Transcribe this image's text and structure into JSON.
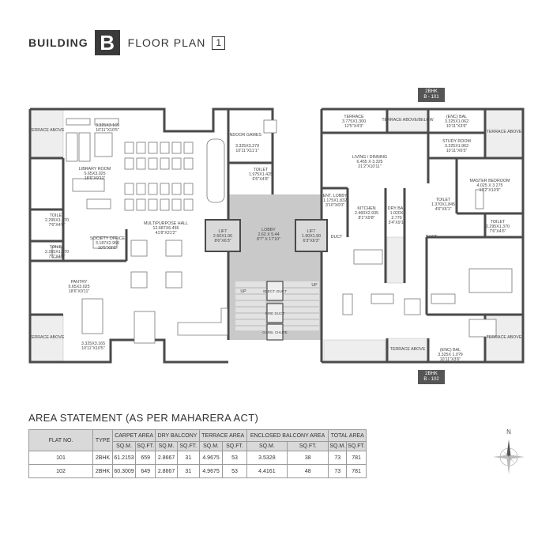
{
  "header": {
    "building_label": "BUILDING",
    "building_letter": "B",
    "floor_plan_label": "FLOOR PLAN",
    "floor_number": "1"
  },
  "unit_tags": {
    "top": {
      "type": "2BHK",
      "unit": "B - 101"
    },
    "bottom": {
      "type": "2BHK",
      "unit": "B - 102"
    }
  },
  "rooms": {
    "terrace_above_tl": {
      "name": "TERRACE ABOVE"
    },
    "upper_room_dim": {
      "dim": "3.325X3.165",
      "imp": "10'11\"X10'5\""
    },
    "library": {
      "name": "LIBRARY ROOM",
      "dim": "5.65X3.025",
      "imp": "18'6\"X9'11\""
    },
    "indoor_games": {
      "name": "INDOOR GAMES",
      "dim": "3.325X3.379",
      "imp": "10'11\"X11'1\""
    },
    "toilet_games": {
      "name": "TOILET",
      "dim": "1.975X1.425",
      "imp": "6'6\"X4'8\""
    },
    "toilet_l1": {
      "name": "TOILET",
      "dim": "2.295X1.370",
      "imp": "7'6\"X4'6\""
    },
    "toilet_l2": {
      "name": "TOILET",
      "dim": "2.265X1.370",
      "imp": "7'6\"X4'6\""
    },
    "multipurpose": {
      "name": "MULTIPURPOSE HALL",
      "dim": "12.687X6.455",
      "imp": "41'8\"X21'2\""
    },
    "society_office": {
      "name": "SOCIETY OFFICE",
      "dim": "3.187X2.950",
      "imp": "10'5\"X9'8\""
    },
    "pantry": {
      "name": "PANTRY",
      "dim": "5.65X3.025",
      "imp": "18'6\"X9'11\""
    },
    "terrace_above_bl": {
      "name": "TERRACE ABOVE"
    },
    "lower_room_dim": {
      "dim": "3.325X3.165",
      "imp": "10'11\"X10'5\""
    },
    "lift_1": {
      "name": "LIFT",
      "dim": "2.60X1.90",
      "imp": "8'6\"X6'3\""
    },
    "lobby": {
      "name": "LOBBY",
      "dim": "2.62 X 5.44",
      "imp": "8'7\" X 17'10\""
    },
    "lift_2": {
      "name": "LIFT",
      "dim": "1.90X1.90",
      "imp": "6'3\"X6'3\""
    },
    "elect_duct": {
      "name": "ELECT. DUCT"
    },
    "fire_duct": {
      "name": "FIRE DUCT"
    },
    "garb_chute": {
      "name": "GARB. CHUTE"
    },
    "up_1": {
      "name": "UP"
    },
    "up_2": {
      "name": "UP"
    },
    "terrace_top": {
      "name": "TERRACE",
      "dim": "3.775X1.300",
      "imp": "12'5\"X4'3\""
    },
    "terrace_above_below": {
      "name": "TERRACE ABOVE/BELOW"
    },
    "enc_bal_top": {
      "name": "(ENC) BAL",
      "dim": "3.325X1.062",
      "imp": "10'11\"X3'6\""
    },
    "terrace_above_tr": {
      "name": "TERRACE ABOVE"
    },
    "study": {
      "name": "STUDY ROOM",
      "dim": "3.325X1.962",
      "imp": "10'11\"X6'5\""
    },
    "living": {
      "name": "LIVING / DINNING",
      "dim": "6.455 X 3.325",
      "imp": "21'2\"X10'11\""
    },
    "master_bed": {
      "name": "MASTER BEDROOM",
      "dim": "4.025 X 3.275",
      "imp": "13'2\"X10'9\""
    },
    "ent_lobby": {
      "name": "ENT. LOBBY",
      "dim": "1.175X1.832",
      "imp": "3'10\"X6'0\""
    },
    "kitchen": {
      "name": "KITCHEN",
      "dim": "2.460X2.935",
      "imp": "8'1\"X9'8\""
    },
    "dry_bal": {
      "name": "DRY BAL",
      "dim": "1.020X",
      "imp": "2.770",
      "imp2": "3'4\"X9'1\""
    },
    "toilet_r1": {
      "name": "TOILET",
      "dim": "1.370X1.845",
      "imp": "4'6\"X6'1\""
    },
    "toilet_r2": {
      "name": "TOILET",
      "dim": "2.295X1.370",
      "imp": "7'6\"X4'6\""
    },
    "duct_1": {
      "name": "DUCT"
    },
    "duct_2": {
      "name": "DUCT"
    },
    "terrace_above_bm": {
      "name": "TERRACE ABOVE"
    },
    "enc_bal_bottom": {
      "name": "(ENC) BAL",
      "dim": "3.325X 1.0?9",
      "imp": "10'11\"X3'6\""
    },
    "terrace_above_br": {
      "name": "TERRACE ABOVE"
    }
  },
  "area_statement": {
    "title": "AREA STATEMENT (AS PER MAHARERA ACT)",
    "headers": {
      "flat_no": "FLAT NO.",
      "type": "TYPE",
      "carpet": "CARPET AREA",
      "dry_balcony": "DRY  BALCONY",
      "terrace": "TERRACE AREA",
      "enclosed": "ENCLOSED BALCONY AREA",
      "total": "TOTAL AREA",
      "sqm": "SQ.M.",
      "sqft": "SQ.FT."
    },
    "rows": [
      {
        "flat": "101",
        "type": "2BHK",
        "carpet_sqm": "61.2153",
        "carpet_sqft": "659",
        "dry_sqm": "2.8667",
        "dry_sqft": "31",
        "terrace_sqm": "4.9675",
        "terrace_sqft": "53",
        "enc_sqm": "3.5328",
        "enc_sqft": "38",
        "total_sqm": "73",
        "total_sqft": "781"
      },
      {
        "flat": "102",
        "type": "2BHK",
        "carpet_sqm": "60.3009",
        "carpet_sqft": "649",
        "dry_sqm": "2.8667",
        "dry_sqft": "31",
        "terrace_sqm": "4.9675",
        "terrace_sqft": "53",
        "enc_sqm": "4.4161",
        "enc_sqft": "48",
        "total_sqm": "73",
        "total_sqft": "781"
      }
    ]
  },
  "compass": {
    "north_label": "N"
  },
  "colors": {
    "wall": "#4a4a4a",
    "core_grey": "#c9c9c9",
    "tag_bg": "#555555",
    "table_header": "#d9d9d9"
  }
}
